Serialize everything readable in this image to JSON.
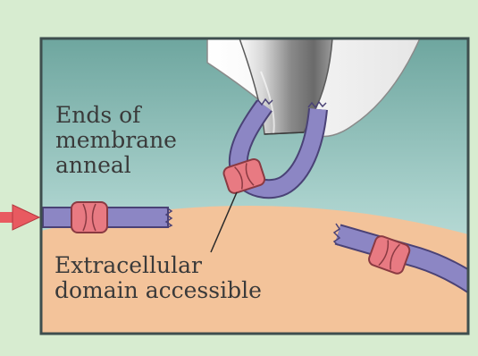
{
  "labels": {
    "membrane_anneal": [
      "Ends of",
      "membrane",
      "anneal"
    ],
    "extracellular": [
      "Extracellular",
      "domain accessible"
    ]
  },
  "colors": {
    "outer_background": "#d7ecd0",
    "bath_top": "#6fa8a1",
    "bath_bottom": "#cfe7e4",
    "cell_fill": "#f3c39a",
    "membrane": "#8c86c4",
    "membrane_edge": "#4a4276",
    "channel": "#e87a82",
    "channel_edge": "#8a3a42",
    "pipette_light": "#f2f2f2",
    "pipette_dark": "#7a7a7a",
    "arrow": "#e85a60",
    "frame": "#3e4e4e"
  },
  "icons": {
    "arrow": "arrow-right-icon",
    "pipette": "pipette-icon",
    "channel": "ion-channel-icon"
  }
}
